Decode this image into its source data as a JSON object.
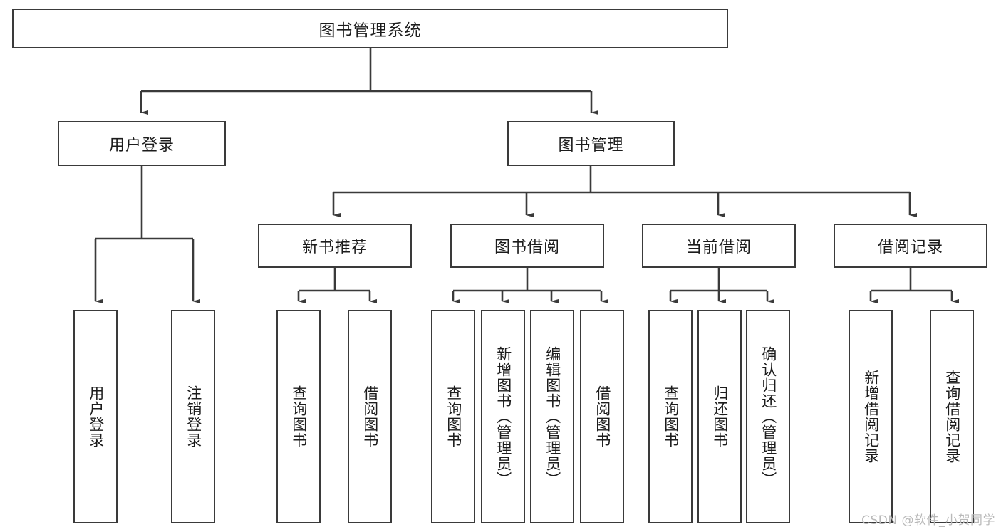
{
  "diagram": {
    "title": "图书管理系统",
    "root": {
      "label": "图书管理系统",
      "orientation": "horizontal"
    },
    "level2": [
      {
        "label": "用户登录",
        "orientation": "horizontal"
      },
      {
        "label": "图书管理",
        "orientation": "horizontal"
      }
    ],
    "level3": [
      {
        "label": "新书推荐",
        "orientation": "horizontal"
      },
      {
        "label": "图书借阅",
        "orientation": "horizontal"
      },
      {
        "label": "当前借阅",
        "orientation": "horizontal"
      },
      {
        "label": "借阅记录",
        "orientation": "horizontal"
      }
    ],
    "leaves": {
      "user_login": [
        {
          "label": "用户登录",
          "orientation": "vertical"
        },
        {
          "label": "注销登录",
          "orientation": "vertical"
        }
      ],
      "new_book_recommend": [
        {
          "label": "查询图书",
          "orientation": "vertical"
        },
        {
          "label": "借阅图书",
          "orientation": "vertical"
        }
      ],
      "book_borrow": [
        {
          "label": "查询图书",
          "orientation": "vertical"
        },
        {
          "label": "新增图书（管理员）",
          "orientation": "vertical"
        },
        {
          "label": "编辑图书（管理员）",
          "orientation": "vertical"
        },
        {
          "label": "借阅图书",
          "orientation": "vertical"
        }
      ],
      "current_borrow": [
        {
          "label": "查询图书",
          "orientation": "vertical"
        },
        {
          "label": "归还图书",
          "orientation": "vertical"
        },
        {
          "label": "确认归还（管理员）",
          "orientation": "vertical"
        }
      ],
      "borrow_record": [
        {
          "label": "新增借阅记录",
          "orientation": "vertical"
        },
        {
          "label": "查询借阅记录",
          "orientation": "vertical"
        }
      ]
    },
    "colors": {
      "stroke": "#3a3a3a",
      "background": "#ffffff",
      "text": "#1c1c1c",
      "watermark": "#b9b9b9"
    }
  },
  "watermark": {
    "text": "CSDN @软件_小贺同学"
  }
}
